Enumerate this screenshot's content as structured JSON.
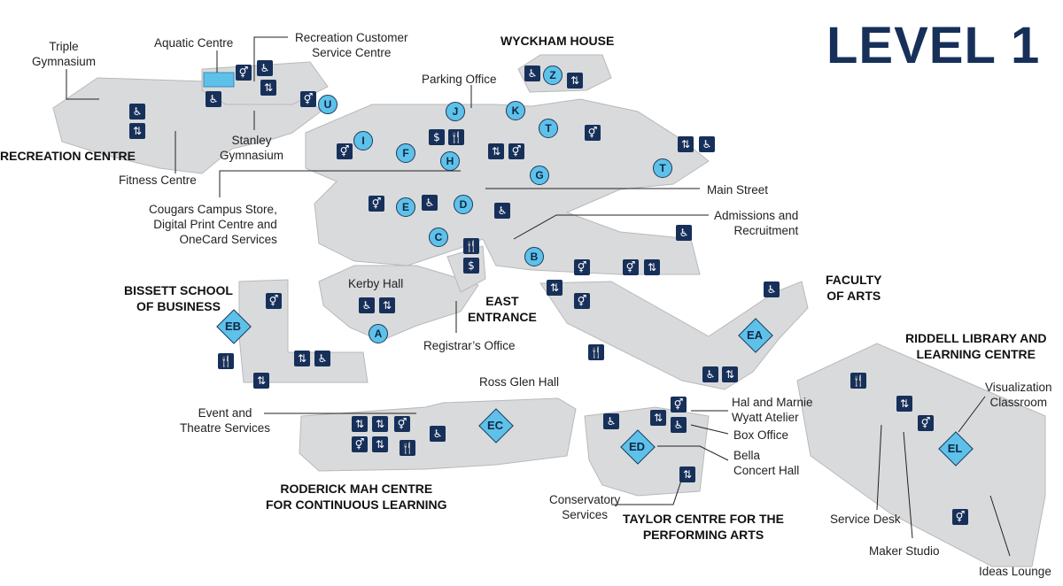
{
  "title": "LEVEL 1",
  "buildings": {
    "recreation_centre": "RECREATION CENTRE",
    "wyckham_house": "WYCKHAM HOUSE",
    "bissett": [
      "BISSETT SCHOOL",
      "OF BUSINESS"
    ],
    "east_entrance": [
      "EAST",
      "ENTRANCE"
    ],
    "faculty_of_arts": [
      "FACULTY",
      "OF ARTS"
    ],
    "riddell": [
      "RIDDELL LIBRARY AND",
      "LEARNING CENTRE"
    ],
    "roderick": [
      "RODERICK MAH CENTRE",
      "FOR CONTINUOUS LEARNING"
    ],
    "taylor": [
      "TAYLOR CENTRE FOR THE",
      "PERFORMING ARTS"
    ]
  },
  "labels": {
    "triple_gym": [
      "Triple",
      "Gymnasium"
    ],
    "aquatic": "Aquatic Centre",
    "rec_customer": [
      "Recreation Customer",
      "Service Centre"
    ],
    "stanley": [
      "Stanley",
      "Gymnasium"
    ],
    "fitness": "Fitness Centre",
    "parking": "Parking Office",
    "main_street": "Main Street",
    "cougars": [
      "Cougars Campus Store,",
      "Digital Print Centre and",
      "OneCard Services"
    ],
    "admissions": [
      "Admissions and",
      "Recruitment"
    ],
    "kerby": "Kerby Hall",
    "registrar": "Registrar’s Office",
    "ross_glen": "Ross Glen Hall",
    "event_theatre": [
      "Event and",
      "Theatre Services"
    ],
    "hal_marnie": [
      "Hal and Marnie",
      "Wyatt Atelier"
    ],
    "box_office": "Box Office",
    "bella": [
      "Bella",
      "Concert Hall"
    ],
    "conservatory": [
      "Conservatory",
      "Services"
    ],
    "visualization": [
      "Visualization",
      "Classroom"
    ],
    "service_desk": "Service Desk",
    "maker_studio": "Maker Studio",
    "ideas_lounge": "Ideas Lounge"
  },
  "markers": [
    "U",
    "Z",
    "J",
    "K",
    "T",
    "T",
    "I",
    "F",
    "H",
    "G",
    "E",
    "D",
    "C",
    "B",
    "A"
  ],
  "zones": [
    "EB",
    "EA",
    "EC",
    "ED",
    "EL"
  ],
  "icons": {
    "accessible": "♿",
    "elevator": "⇅",
    "washroom": "⚥",
    "food": "🍴",
    "atm": "$"
  }
}
